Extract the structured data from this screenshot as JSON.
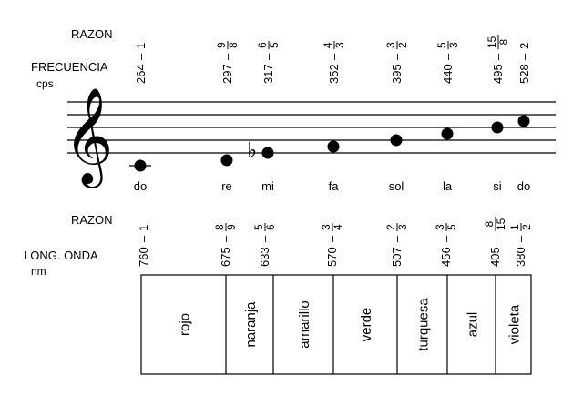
{
  "top": {
    "razon_label": "RAZON",
    "freq_label": "FRECUENCIA",
    "freq_unit": "cps",
    "notes": [
      {
        "freq": "264",
        "ratio": {
          "whole": "1"
        },
        "name": "do"
      },
      {
        "freq": "297",
        "ratio": {
          "num": "9",
          "den": "8"
        },
        "name": "re"
      },
      {
        "freq": "317",
        "ratio": {
          "num": "6",
          "den": "5"
        },
        "name": "mi",
        "flat": true
      },
      {
        "freq": "352",
        "ratio": {
          "num": "4",
          "den": "3"
        },
        "name": "fa"
      },
      {
        "freq": "395",
        "ratio": {
          "num": "3",
          "den": "2"
        },
        "name": "sol"
      },
      {
        "freq": "440",
        "ratio": {
          "num": "5",
          "den": "3"
        },
        "name": "la"
      },
      {
        "freq": "495",
        "ratio": {
          "num": "15",
          "den": "8"
        },
        "name": "si"
      },
      {
        "freq": "528",
        "ratio": {
          "whole": "2"
        },
        "name": "do"
      }
    ]
  },
  "bottom": {
    "razon_label": "RAZON",
    "wave_label": "LONG. ONDA",
    "wave_unit": "nm",
    "marks": [
      {
        "wave": "760",
        "ratio": {
          "whole": "1"
        }
      },
      {
        "wave": "675",
        "ratio": {
          "num": "8",
          "den": "9"
        }
      },
      {
        "wave": "633",
        "ratio": {
          "num": "5",
          "den": "6"
        }
      },
      {
        "wave": "570",
        "ratio": {
          "num": "3",
          "den": "4"
        }
      },
      {
        "wave": "507",
        "ratio": {
          "num": "2",
          "den": "3"
        }
      },
      {
        "wave": "456",
        "ratio": {
          "num": "3",
          "den": "5"
        }
      },
      {
        "wave": "405",
        "ratio": {
          "num": "8",
          "den": "15"
        }
      },
      {
        "wave": "380",
        "ratio": {
          "num": "1",
          "den": "2"
        }
      }
    ],
    "colors": [
      "rojo",
      "naranja",
      "amarillo",
      "verde",
      "turquesa",
      "azul",
      "violeta"
    ]
  }
}
